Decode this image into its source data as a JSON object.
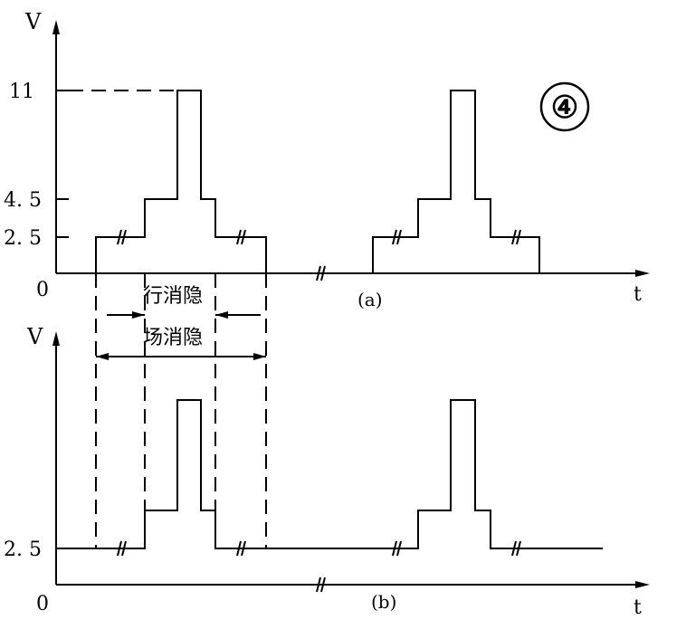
{
  "badge": "④",
  "top_panel": {
    "axis_y_label": "V",
    "axis_x_label": "t",
    "origin_label": "0",
    "caption": "(a)",
    "y_ticks": [
      "11",
      "4. 5",
      "2. 5"
    ]
  },
  "bottom_panel": {
    "axis_y_label": "V",
    "axis_x_label": "t",
    "origin_label": "0",
    "caption": "(b)",
    "y_ticks": [
      "2. 5"
    ]
  },
  "annotations": {
    "line_blanking": "行消隐",
    "field_blanking": "场消隐"
  },
  "chart_data": [
    {
      "type": "line",
      "panel": "a",
      "ylabel": "V",
      "xlabel": "t",
      "y_levels": [
        0,
        2.5,
        4.5,
        11
      ],
      "series": [
        {
          "values": [
            0,
            2.5,
            4.5,
            11,
            4.5,
            2.5,
            0
          ]
        },
        {
          "values": [
            0,
            2.5,
            4.5,
            11,
            4.5,
            2.5,
            0
          ]
        }
      ]
    },
    {
      "type": "line",
      "panel": "b",
      "ylabel": "V",
      "xlabel": "t",
      "y_levels": [
        2.5
      ],
      "series": [
        {
          "values": [
            2.5,
            4.5,
            11,
            4.5,
            2.5
          ]
        },
        {
          "values": [
            2.5,
            4.5,
            11,
            4.5,
            2.5
          ]
        }
      ]
    }
  ]
}
